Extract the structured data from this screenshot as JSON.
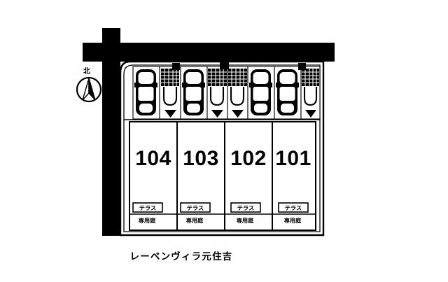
{
  "document": {
    "type": "floor-plan",
    "title": "レーベンヴィラ元住吉",
    "background_color": "#ffffff",
    "ink_color": "#000000"
  },
  "compass": {
    "name": "north-compass",
    "label": "北"
  },
  "roads": {
    "vertical_label": "",
    "horizontal_label": "",
    "color": "#000000"
  },
  "units": [
    {
      "number": "104",
      "terrace_label": "テラス",
      "garden_label": "専用庭",
      "parking_name": "parking-space-104",
      "entrance_name": "entrance-stair-104"
    },
    {
      "number": "103",
      "terrace_label": "テラス",
      "garden_label": "専用庭",
      "parking_name": "parking-space-103",
      "entrance_name": "entrance-stair-103"
    },
    {
      "number": "102",
      "terrace_label": "テラス",
      "garden_label": "専用庭",
      "parking_name": "parking-space-102",
      "entrance_name": "entrance-stair-102"
    },
    {
      "number": "101",
      "terrace_label": "テラス",
      "garden_label": "専用庭",
      "parking_name": "parking-space-101",
      "entrance_name": "entrance-stair-101"
    }
  ],
  "icons": {
    "car": "car-top-view-icon",
    "stair": "stair-grid-icon",
    "arrow": "direction-arrow-icon",
    "compass": "compass-rose-icon"
  }
}
